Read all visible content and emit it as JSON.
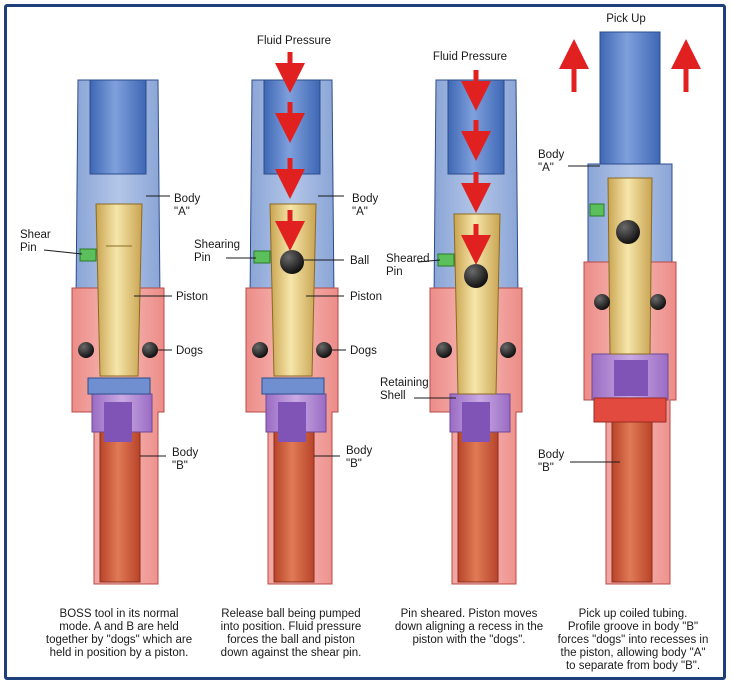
{
  "colors": {
    "body_a": "#9fb5dc",
    "body_a_dark": "#4f78c2",
    "body_b": "#f0a3a0",
    "tube": "#cf5a3c",
    "piston": "#e4c87d",
    "collar": "#b18ad1",
    "shear_pin": "#5bbf5b",
    "arrow": "#e0211f",
    "border": "#1f3f7a"
  },
  "panels": [
    {
      "labels": {
        "body_a": "Body\n\"A\"",
        "shear_pin": "Shear\nPin",
        "piston": "Piston",
        "dogs": "Dogs",
        "body_b": "Body\n\"B\""
      },
      "caption": "BOSS tool in its normal\nmode. A and B are held\ntogether by \"dogs\" which are\nheld in position by a piston."
    },
    {
      "title": "Fluid Pressure",
      "labels": {
        "shearing_pin": "Shearing\nPin",
        "body_a": "Body\n\"A\"",
        "ball": "Ball",
        "piston": "Piston",
        "dogs": "Dogs",
        "body_b": "Body\n\"B\""
      },
      "caption": "Release ball being pumped\ninto position. Fluid pressure\nforces the ball and piston\ndown against the shear pin."
    },
    {
      "title": "Fluid Pressure",
      "labels": {
        "sheared_pin": "Sheared\nPin",
        "retaining_shell": "Retaining\nShell"
      },
      "caption": "Pin sheared. Piston moves\ndown aligning a recess in the\npiston with the \"dogs\"."
    },
    {
      "title": "Pick Up",
      "labels": {
        "body_a": "Body\n\"A\"",
        "body_b": "Body\n\"B\""
      },
      "caption": "Pick up coiled tubing.\nProfile groove in body \"B\"\nforces \"dogs\" into recesses in\nthe piston, allowing body \"A\"\nto separate from body \"B\"."
    }
  ]
}
